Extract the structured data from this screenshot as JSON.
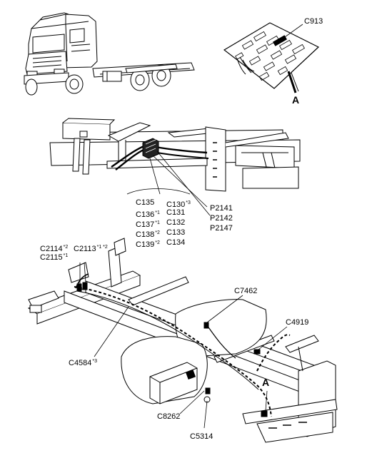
{
  "labels": {
    "c913": "C913",
    "a_top": "A",
    "a_bottom": "A",
    "c135": "C135",
    "c136": "C136",
    "c136_note": "*1",
    "c137": "C137",
    "c137_note": "*1",
    "c138": "C138",
    "c138_note": "*2",
    "c139": "C139",
    "c139_note": "*2",
    "c130": "C130",
    "c130_note": "*3",
    "c131": "C131",
    "c132": "C132",
    "c133": "C133",
    "c134": "C134",
    "p2141": "P2141",
    "p2142": "P2142",
    "p2147": "P2147",
    "c2114": "C2114",
    "c2114_note": "*2",
    "c2113": "C2113",
    "c2113_note": "*1 *2",
    "c2115": "C2115",
    "c2115_note": "*1",
    "c7462": "C7462",
    "c4919": "C4919",
    "c4584": "C4584",
    "c4584_note": "*3",
    "c8262": "C8262",
    "c5314": "C5314"
  }
}
